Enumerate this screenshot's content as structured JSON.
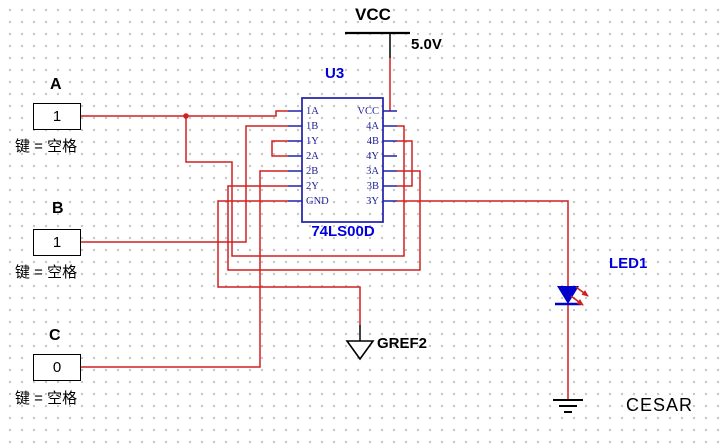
{
  "power_source": {
    "label": "VCC",
    "voltage": "5.0V"
  },
  "chip": {
    "designator": "U3",
    "part_number": "74LS00D",
    "left_pins": [
      "1A",
      "1B",
      "1Y",
      "2A",
      "2B",
      "2Y",
      "GND"
    ],
    "right_pins": [
      "VCC",
      "4A",
      "4B",
      "4Y",
      "3A",
      "3B",
      "3Y"
    ]
  },
  "switches": [
    {
      "label": "A",
      "value": "1",
      "key_hint": "键 = 空格"
    },
    {
      "label": "B",
      "value": "1",
      "key_hint": "键 = 空格"
    },
    {
      "label": "C",
      "value": "0",
      "key_hint": "键 = 空格"
    }
  ],
  "ground_ref": {
    "label": "GREF2"
  },
  "led": {
    "designator": "LED1"
  },
  "annotation": {
    "text": "CESAR"
  },
  "colors": {
    "wire": "#d02020",
    "component_outline": "#2020a8",
    "component_label": "#0000dd",
    "led_fill": "#0000cc",
    "text": "#000000",
    "grid_dot": "#c4c4c4",
    "background": "#ffffff"
  }
}
